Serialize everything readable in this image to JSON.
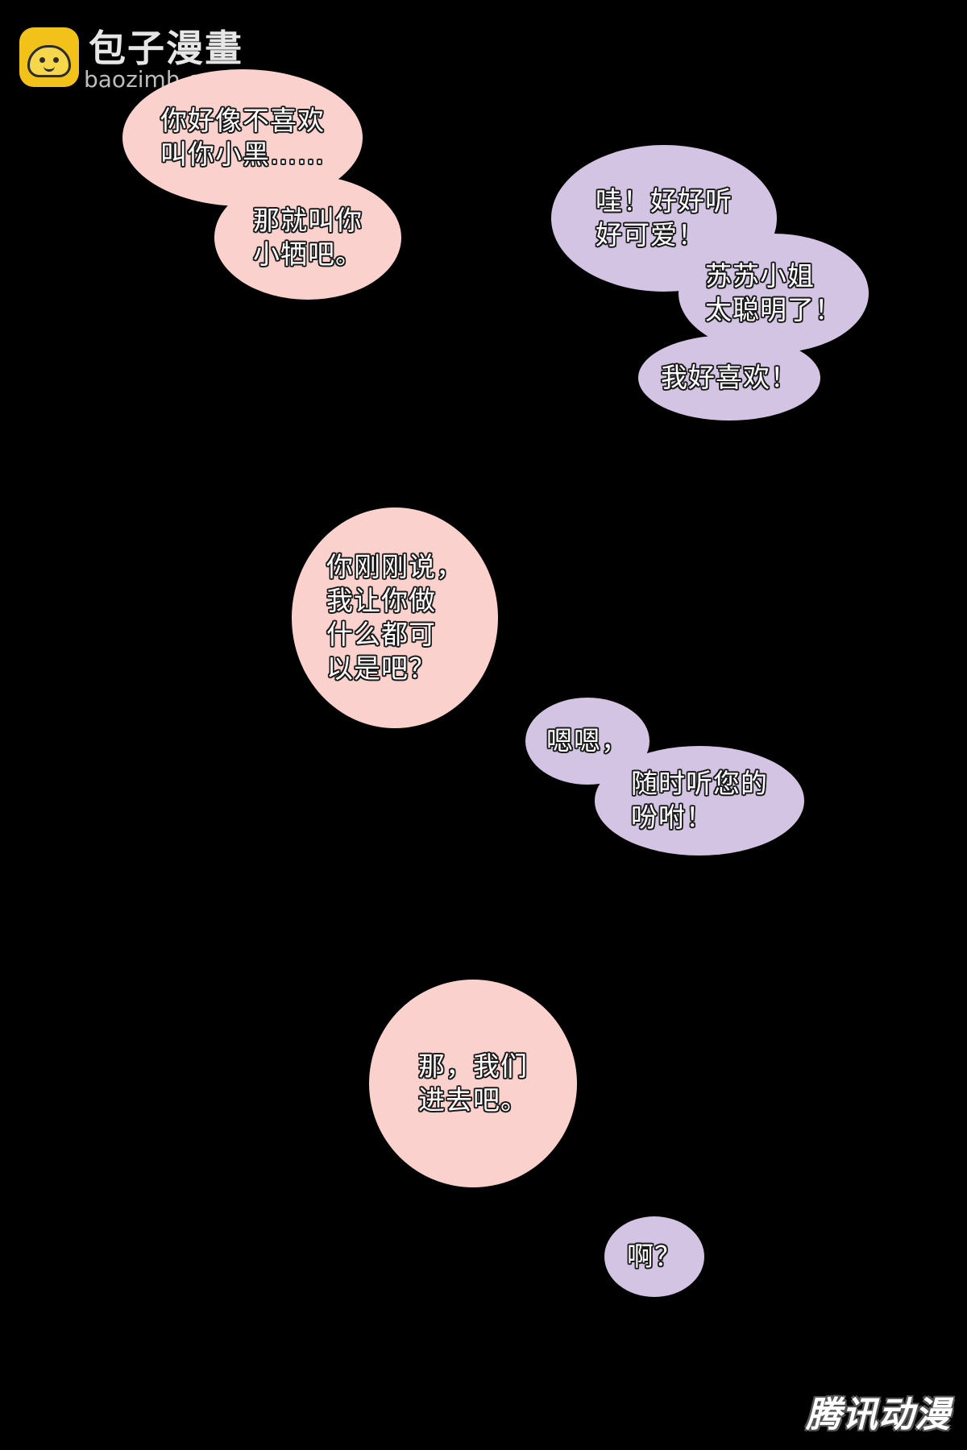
{
  "watermark_top": {
    "name": "包子漫畫",
    "url": "baozimh.com",
    "logo_icon": "bun-face-icon",
    "logo_color": "#f2c21a"
  },
  "watermark_bottom": {
    "text": "腾讯动漫"
  },
  "colors": {
    "background": "#000000",
    "bubble_pink": "#fad1cd",
    "bubble_purple": "#d4c4e4"
  },
  "bubbles": [
    {
      "speaker": "pink",
      "text": "你好像不喜欢\n叫你小黑……"
    },
    {
      "speaker": "pink",
      "text": "那就叫你\n小牺吧。"
    },
    {
      "speaker": "purple",
      "text": "哇！好好听\n好可爱！"
    },
    {
      "speaker": "purple",
      "text": "苏苏小姐\n太聪明了！"
    },
    {
      "speaker": "purple",
      "text": "我好喜欢！"
    },
    {
      "speaker": "pink",
      "text": "你刚刚说，\n我让你做\n什么都可\n以是吧？"
    },
    {
      "speaker": "purple",
      "text": "嗯嗯，"
    },
    {
      "speaker": "purple",
      "text": "随时听您的\n吩咐！"
    },
    {
      "speaker": "pink",
      "text": "那，我们\n进去吧。"
    },
    {
      "speaker": "purple",
      "text": "啊？"
    }
  ]
}
